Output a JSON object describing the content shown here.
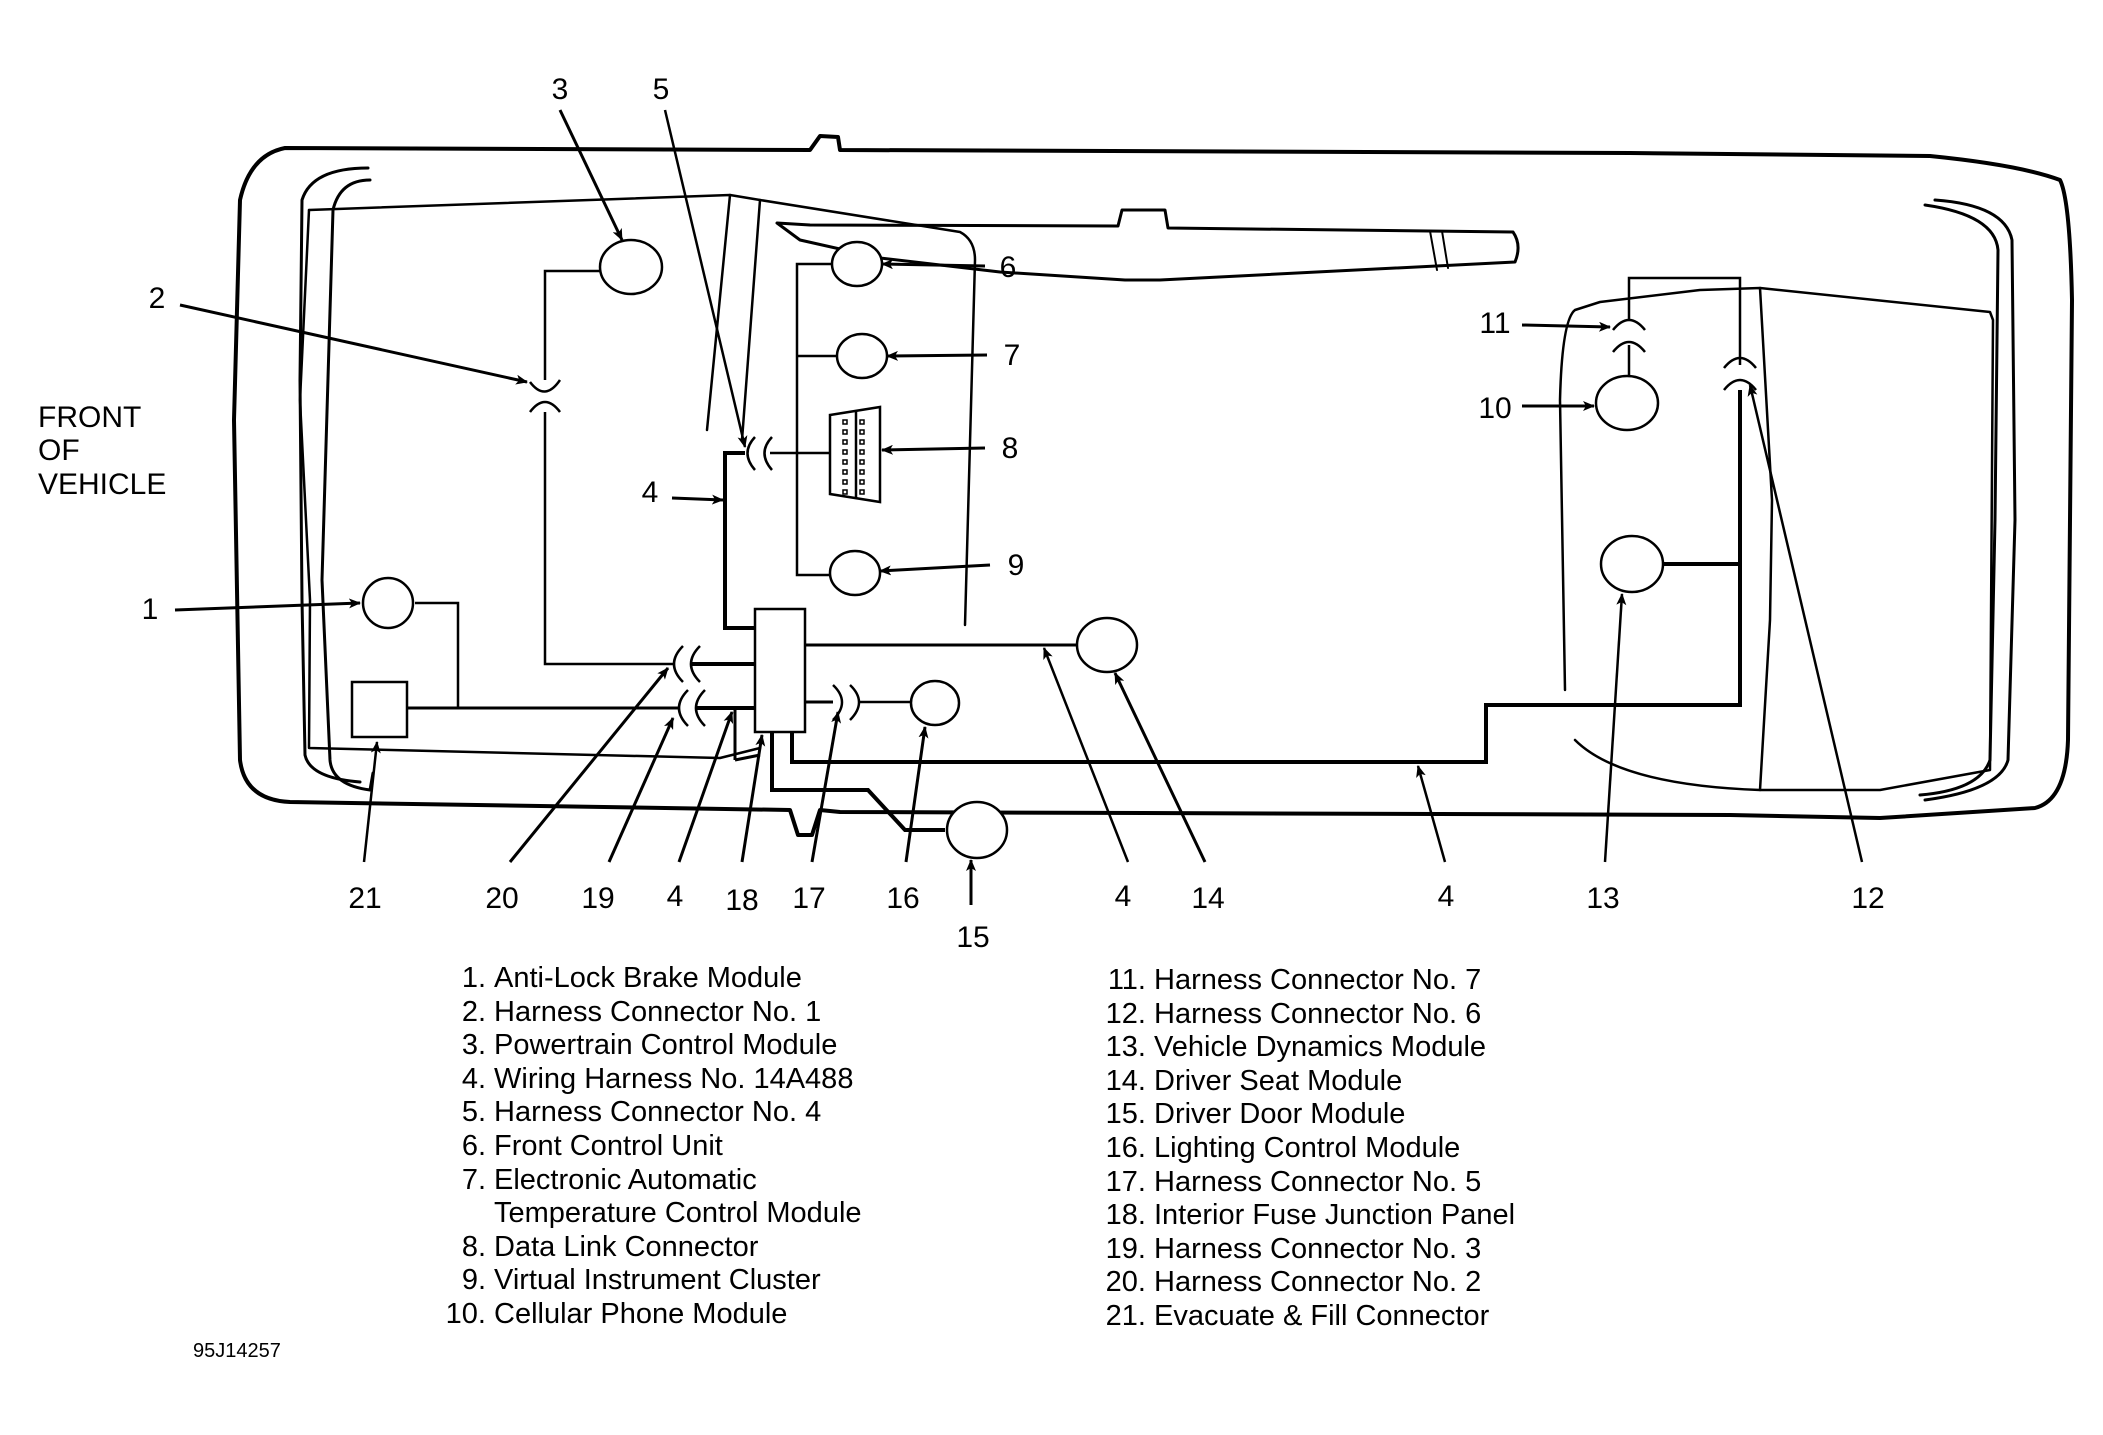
{
  "figure": {
    "front_label": [
      "FRONT",
      "OF",
      "VEHICLE"
    ],
    "figure_id": "95J14257",
    "callouts": [
      {
        "id": "3",
        "text": "3"
      },
      {
        "id": "5",
        "text": "5"
      },
      {
        "id": "2",
        "text": "2"
      },
      {
        "id": "6",
        "text": "6"
      },
      {
        "id": "7",
        "text": "7"
      },
      {
        "id": "8",
        "text": "8"
      },
      {
        "id": "9",
        "text": "9"
      },
      {
        "id": "4a",
        "text": "4"
      },
      {
        "id": "1",
        "text": "1"
      },
      {
        "id": "11",
        "text": "11"
      },
      {
        "id": "10",
        "text": "10"
      },
      {
        "id": "21",
        "text": "21"
      },
      {
        "id": "20",
        "text": "20"
      },
      {
        "id": "19",
        "text": "19"
      },
      {
        "id": "4b",
        "text": "4"
      },
      {
        "id": "18",
        "text": "18"
      },
      {
        "id": "17",
        "text": "17"
      },
      {
        "id": "16",
        "text": "16"
      },
      {
        "id": "15",
        "text": "15"
      },
      {
        "id": "4c",
        "text": "4"
      },
      {
        "id": "14",
        "text": "14"
      },
      {
        "id": "4d",
        "text": "4"
      },
      {
        "id": "13",
        "text": "13"
      },
      {
        "id": "12",
        "text": "12"
      }
    ]
  },
  "legend": {
    "left": [
      {
        "num": "1.",
        "text": "Anti-Lock Brake Module"
      },
      {
        "num": "2.",
        "text": "Harness Connector No. 1"
      },
      {
        "num": "3.",
        "text": "Powertrain Control Module"
      },
      {
        "num": "4.",
        "text": "Wiring Harness No. 14A488"
      },
      {
        "num": "5.",
        "text": "Harness Connector No. 4"
      },
      {
        "num": "6.",
        "text": "Front Control Unit"
      },
      {
        "num": "7.",
        "text": "Electronic Automatic"
      },
      {
        "num": "",
        "text": "Temperature Control Module"
      },
      {
        "num": "8.",
        "text": "Data Link Connector"
      },
      {
        "num": "9.",
        "text": "Virtual Instrument Cluster"
      },
      {
        "num": "10.",
        "text": "Cellular Phone Module"
      }
    ],
    "right": [
      {
        "num": "11.",
        "text": "Harness Connector No. 7"
      },
      {
        "num": "12.",
        "text": "Harness Connector No. 6"
      },
      {
        "num": "13.",
        "text": "Vehicle Dynamics Module"
      },
      {
        "num": "14.",
        "text": "Driver Seat Module"
      },
      {
        "num": "15.",
        "text": "Driver Door Module"
      },
      {
        "num": "16.",
        "text": "Lighting Control Module"
      },
      {
        "num": "17.",
        "text": "Harness Connector No. 5"
      },
      {
        "num": "18.",
        "text": "Interior Fuse Junction Panel"
      },
      {
        "num": "19.",
        "text": "Harness Connector No. 3"
      },
      {
        "num": "20.",
        "text": "Harness Connector No. 2"
      },
      {
        "num": "21.",
        "text": "Evacuate & Fill Connector"
      }
    ]
  }
}
